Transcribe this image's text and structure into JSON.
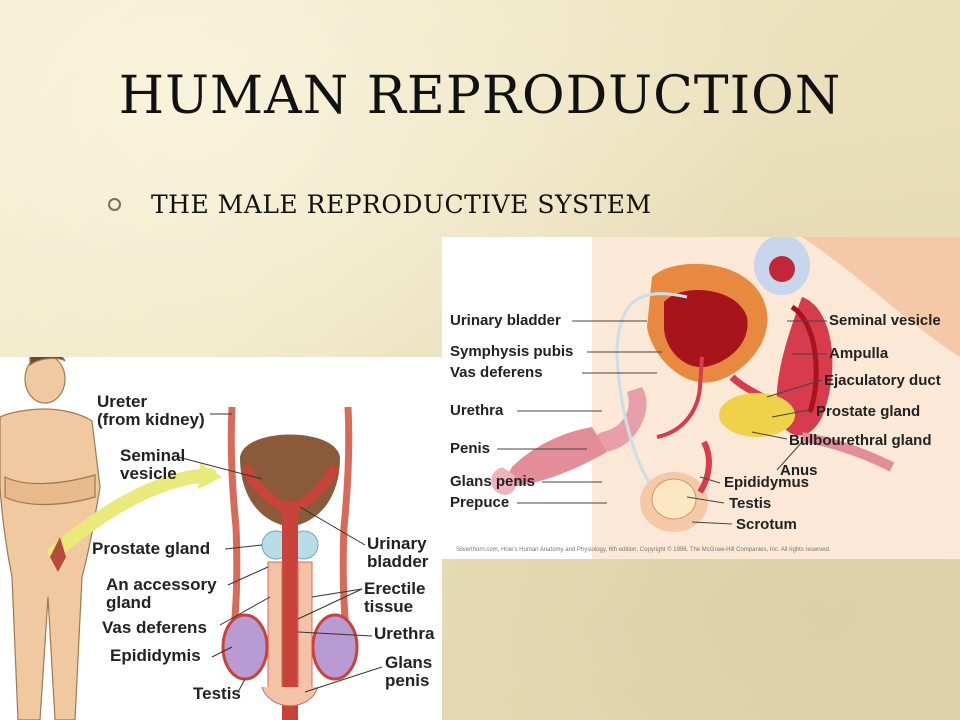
{
  "slide": {
    "title": "HUMAN REPRODUCTION",
    "bullet": "THE MALE REPRODUCTIVE SYSTEM"
  },
  "sagittal_diagram": {
    "labels_left": [
      "Urinary bladder",
      "Symphysis pubis",
      "Vas deferens",
      "Urethra",
      "Penis",
      "Glans penis",
      "Prepuce"
    ],
    "labels_right": [
      "Seminal vesicle",
      "Ampulla",
      "Ejaculatory duct",
      "Prostate gland",
      "Bulbourethral gland",
      "Anus",
      "Epididymus",
      "Testis",
      "Scrotum"
    ],
    "credit": "Silverthorn.com, Hole's Human Anatomy and Physiology, 6th edition, Copyright © 1996. The McGraw-Hill Companies, Inc. All rights reserved."
  },
  "frontal_diagram": {
    "labels_left": [
      "Ureter\n(from kidney)",
      "Seminal\nvesicle",
      "Prostate gland",
      "An accessory\ngland",
      "Vas deferens",
      "Epididymis",
      "Testis"
    ],
    "labels_right": [
      "Urinary\nbladder",
      "Erectile\ntissue",
      "Urethra",
      "Glans\npenis"
    ]
  }
}
